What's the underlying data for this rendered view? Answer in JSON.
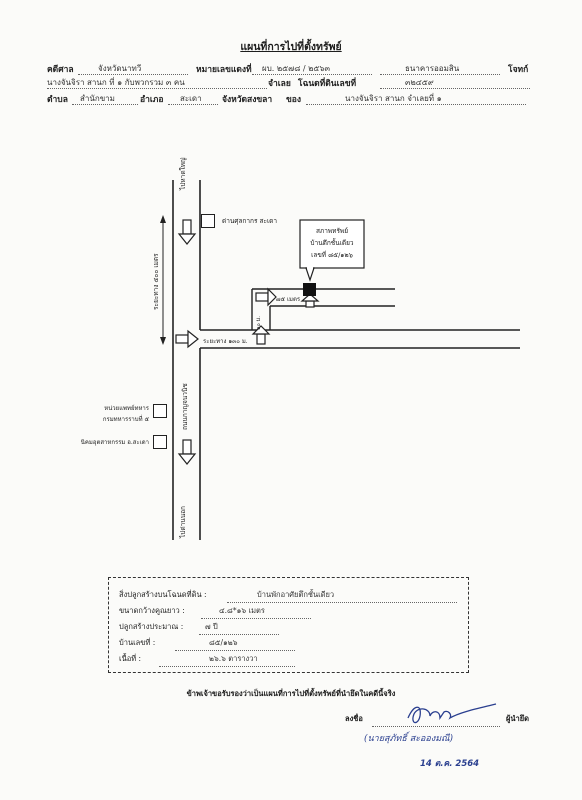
{
  "title": "แผนที่การไปที่ตั้งทรัพย์",
  "header": {
    "court_label": "คดีศาล",
    "court_value": "จังหวัดนาทวี",
    "black_case_label": "หมายเลขแดงที่",
    "black_case_value": "ผบ. ๒๕๗๘ / ๒๕๖๓",
    "plaintiff_value": "ธนาคารออมสิน",
    "plaintiff_label": "โจทก์",
    "defendant_value": "นางจันจิรา สานก ที่ ๑ กับพวกรวม ๓ คน",
    "defendant_label": "จำเลย",
    "deed_label": "โฉนดที่ดินเลขที่",
    "deed_value": "๓๒๔๕๙",
    "tambon_label": "ตำบล",
    "tambon_value": "สำนักขาม",
    "amphoe_label": "อำเภอ",
    "amphoe_value": "สะเดา",
    "province_label": "จังหวัดสงขลา",
    "owner_label": "ของ",
    "owner_value": "นางจันจิรา สานก จำเลยที่ ๑"
  },
  "map": {
    "road_north": "ไปหาดใหญ่",
    "road_south": "ไปด่านนอก",
    "main_road": "ถนนกาญจนวนิช",
    "distance_vertical": "ระยะทาง ๕๐๐ เมตร",
    "customs": "ด่านศุลกากร สะเดา",
    "military_unit_1": "หน่วยแพทย์ทหาร",
    "military_unit_2": "กรมทหารราบที่ ๕",
    "industrial": "นิคมอุตสาหกรรม อ.สะเดา",
    "distance_horizontal": "ระยะทาง ๑๓๐ ม.",
    "distance_side": "๑๐ ม.",
    "distance_lane": "๗๕ เมตร",
    "property_label_1": "สภาพทรัพย์",
    "property_label_2": "บ้านตึกชั้นเดียว",
    "property_label_3": "เลขที่ ๘๕/๑๒๖"
  },
  "legend": {
    "building_label": "สิ่งปลูกสร้างบนโฉนดที่ดิน :",
    "building_value": "บ้านพักอาศัยตึกชั้นเดียว",
    "size_label": "ขนาดกว้างคูณยาว :",
    "size_value": "๔.๘*๑๖ เมตร",
    "age_label": "ปลูกสร้างประมาณ :",
    "age_value": "๗ ปี",
    "number_label": "บ้านเลขที่ :",
    "number_value": "๘๕/๑๒๖",
    "area_label": "เนื้อที่ :",
    "area_value": "๒๖.๖ ตารางวา"
  },
  "certification": {
    "statement": "ข้าพเจ้าขอรับรองว่าเป็นแผนที่การไปที่ตั้งทรัพย์ที่นำยึดในคดีนี้จริง",
    "sign_label": "ลงชื่อ",
    "seizer_label": "ผู้นำยึด",
    "printed_name": "(นายสุภัทธิ์ สะอองมณี)",
    "date": "14 ต.ค. 2564"
  }
}
